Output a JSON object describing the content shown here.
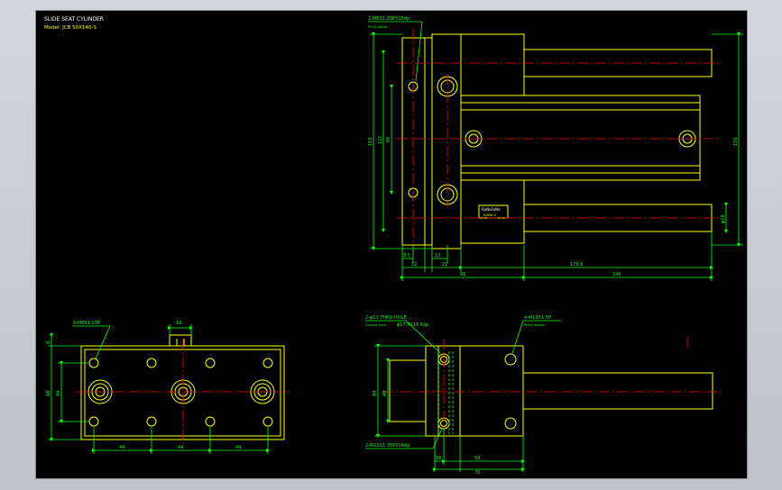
{
  "title": {
    "line1": "SLIDE SEAT CYLINDER",
    "line2": "Model: JCB 50X140-S"
  },
  "colors": {
    "background": "#000000",
    "outline": "#ffff00",
    "dimension": "#00ff00",
    "centerline": "#ff0000",
    "label_text": "#ffffff"
  },
  "top_view": {
    "callout_top": "2-M8X1.25PX15dp",
    "callout_top_sub": "PLUG φ8xx6",
    "nameplate": "RuNaFoNe",
    "nameplate_sub": "JCB50-S",
    "dims": {
      "overall_height": "152",
      "height_inner": "121",
      "height_center": "80",
      "right_height": "156",
      "rod_dia": "φ28",
      "d_85": "8.5",
      "d_12a": "12",
      "d_12b": "12",
      "d_22": "22",
      "d_178": "178.6",
      "d_91": "91",
      "d_140": "140"
    }
  },
  "bottom_left": {
    "callout": "8-M6X1.25P",
    "dims": {
      "slot_width": "19",
      "left_small": "8",
      "left_68": "68",
      "left_44": "44",
      "pitch_1": "44",
      "pitch_2": "44",
      "pitch_3": "44"
    }
  },
  "bottom_right": {
    "callout_left": "2-φ11 THRU-HOLE",
    "callout_left_sub": "Counter bore",
    "callout_left_2": "φ17.5X10.5dp",
    "callout_right": "4-M10X1.5P",
    "callout_right_sub": "Ream deeper",
    "callout_bottom": "2-M12X1.75PX16dp",
    "dims": {
      "left_84": "84",
      "left_48": "48",
      "d_10": "10",
      "d_50": "50",
      "d_70": "70"
    }
  }
}
